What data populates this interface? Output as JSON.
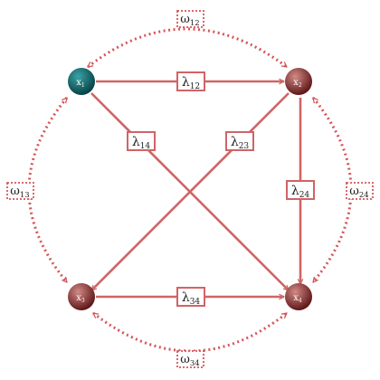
{
  "colors": {
    "edge": "#d06466",
    "dashed": "#d65558",
    "teal_light": "#3aa3a5",
    "teal_dark": "#063f43",
    "red_light": "#d28a86",
    "red_dark": "#5b1315",
    "label_text": "#222222",
    "node_text": "#ffffff"
  },
  "nodes": {
    "x1": {
      "base": "x",
      "sub": "1",
      "style": "teal"
    },
    "x2": {
      "base": "x",
      "sub": "2",
      "style": "red"
    },
    "x3": {
      "base": "x",
      "sub": "3",
      "style": "red"
    },
    "x4": {
      "base": "x",
      "sub": "4",
      "style": "red"
    }
  },
  "edges": {
    "l12": {
      "base": "λ",
      "sub": "12",
      "from": "x1",
      "to": "x2"
    },
    "l14": {
      "base": "λ",
      "sub": "14",
      "from": "x1",
      "to": "x4"
    },
    "l23": {
      "base": "λ",
      "sub": "23",
      "from": "x2",
      "to": "x3"
    },
    "l24": {
      "base": "λ",
      "sub": "24",
      "from": "x2",
      "to": "x4"
    },
    "l34": {
      "base": "λ",
      "sub": "34",
      "from": "x3",
      "to": "x4"
    }
  },
  "dashed_arcs": {
    "w12": {
      "base": "ω",
      "sub": "12",
      "between": [
        "x1",
        "x2"
      ]
    },
    "w13": {
      "base": "ω",
      "sub": "13",
      "between": [
        "x1",
        "x3"
      ]
    },
    "w24": {
      "base": "ω",
      "sub": "24",
      "between": [
        "x2",
        "x4"
      ]
    },
    "w34": {
      "base": "ω",
      "sub": "34",
      "between": [
        "x3",
        "x4"
      ]
    }
  }
}
